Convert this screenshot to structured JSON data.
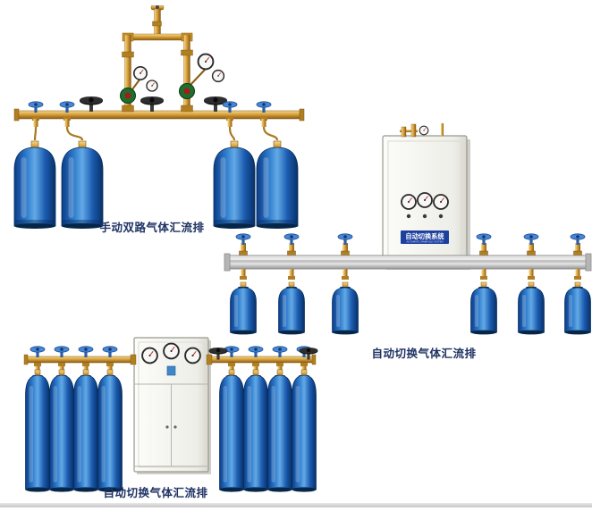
{
  "page": {
    "background_color": "#ffffff"
  },
  "products": [
    {
      "caption": "手动双路气体汇流排"
    },
    {
      "caption": "自动切换气体汇流排",
      "cabinet_label": "自动切换系统",
      "cabinet_sublabel": "AUTOMATIC MANIFOLD SYSTEM"
    },
    {
      "caption": "自动切换气体汇流排"
    }
  ],
  "colors": {
    "caption_text": "#1e3263",
    "cylinder_blue": "#1b5cb0",
    "brass": "#d9a33c",
    "rail_gray": "#bdbdbd",
    "cabinet_body": "#f2f2ee",
    "cabinet_label_bg": "#1d3f9e"
  }
}
